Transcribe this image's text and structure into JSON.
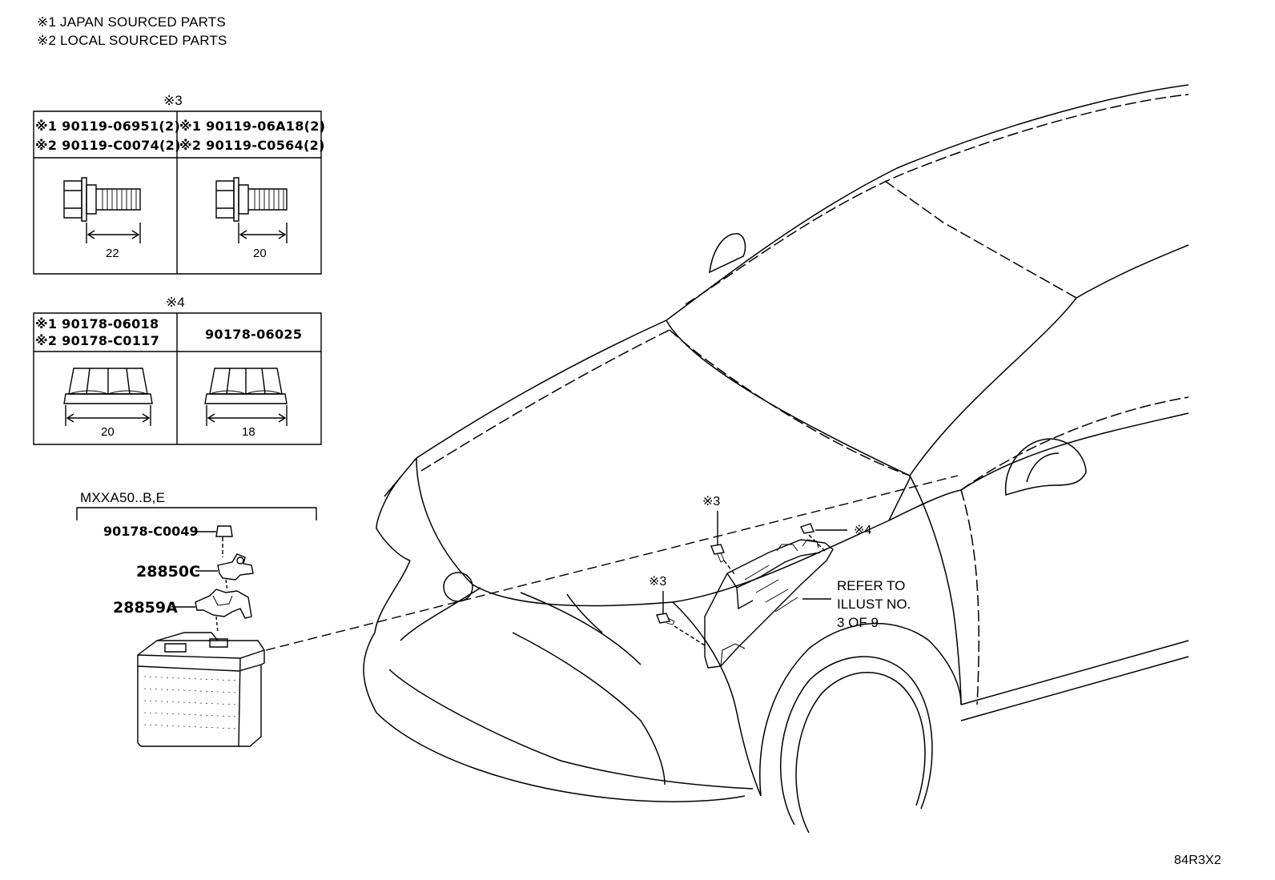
{
  "notes": {
    "japan": "※1 JAPAN SOURCED PARTS",
    "local": "※2 LOCAL SOURCED PARTS"
  },
  "bolt_table": {
    "title": "※3",
    "left": {
      "line1": "※1 90119-06951(2)",
      "line2": "※2 90119-C0074(2)",
      "dimension": "22"
    },
    "right": {
      "line1": "※1 90119-06A18(2)",
      "line2": "※2 90119-C0564(2)",
      "dimension": "20"
    }
  },
  "nut_table": {
    "title": "※4",
    "left": {
      "line1": "※1 90178-06018",
      "line2": "※2 90178-C0117",
      "dimension": "20"
    },
    "right": {
      "line1": "90178-06025",
      "dimension": "18"
    }
  },
  "battery_group": {
    "model_label": "MXXA50..B,E",
    "nut_part": "90178-C0049",
    "sensor_part": "28850C",
    "bracket_part": "28859A"
  },
  "callouts": {
    "bolt_upper": "※3",
    "bolt_lower": "※3",
    "nut": "※4",
    "refer_line1": "REFER TO",
    "refer_line2": "ILLUST NO.",
    "refer_line3": "3 OF 9"
  },
  "diagram_code": "84R3X2"
}
